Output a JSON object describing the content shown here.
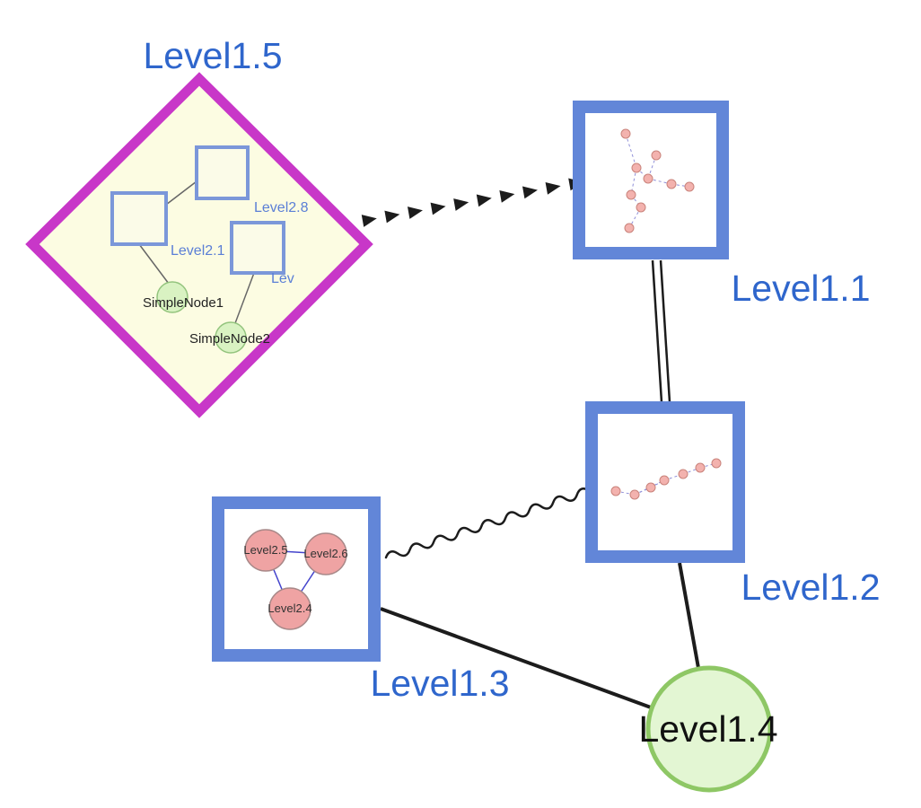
{
  "diagram": {
    "type": "nested-compound-graph",
    "background": "#ffffff"
  },
  "colors": {
    "label_blue": "#2f66cc",
    "frame_blue": "#6286d8",
    "inner_square_blue": "#7b97d9",
    "diamond_magenta": "#c837c8",
    "diamond_fill": "#fcfce2",
    "green_node_fill": "#d9f2c2",
    "green_node_border": "#93c47d",
    "level1_4_fill": "#e3f6d3",
    "level1_4_border": "#8ec765",
    "pink_node_fill": "#efa3a3",
    "mini_node_fill": "#f3b2ae",
    "mini_edge_blue": "#9090d8",
    "edge_black": "#1c1c1c"
  },
  "nodes": {
    "level1_5": {
      "label": "Level1.5",
      "shape": "diamond"
    },
    "level1_1": {
      "label": "Level1.1",
      "shape": "square",
      "content": "mini node-link graph, 9 small pink nodes, dashed blue edges"
    },
    "level1_2": {
      "label": "Level1.2",
      "shape": "square",
      "content": "mini node-link graph, 7 small pink nodes, dashed blue edges"
    },
    "level1_3": {
      "label": "Level1.3",
      "shape": "square"
    },
    "level1_4": {
      "label": "Level1.4",
      "shape": "circle"
    },
    "level2_8": {
      "label": "Level2.8",
      "shape": "square",
      "parent": "Level1.5"
    },
    "level2_1": {
      "label": "Level2.1",
      "shape": "square",
      "parent": "Level1.5"
    },
    "level2_lev": {
      "label": "Lev",
      "shape": "square",
      "parent": "Level1.5"
    },
    "simplenode1": {
      "label": "SimpleNode1",
      "shape": "circle",
      "parent": "Level1.5"
    },
    "simplenode2": {
      "label": "SimpleNode2",
      "shape": "circle",
      "parent": "Level1.5"
    },
    "level2_5": {
      "label": "Level2.5",
      "shape": "circle",
      "parent": "Level1.3"
    },
    "level2_6": {
      "label": "Level2.6",
      "shape": "circle",
      "parent": "Level1.3"
    },
    "level2_4": {
      "label": "Level2.4",
      "shape": "circle",
      "parent": "Level1.3"
    }
  },
  "edges": [
    {
      "from": "Level1.5",
      "to": "Level1.1",
      "style": "bold-dashed-arrowheads"
    },
    {
      "from": "Level1.1",
      "to": "Level1.2",
      "style": "double-parallel-line"
    },
    {
      "from": "Level1.3",
      "to": "Level1.2",
      "style": "wavy"
    },
    {
      "from": "Level1.3",
      "to": "Level1.4",
      "style": "solid-thick"
    },
    {
      "from": "Level1.2",
      "to": "Level1.4",
      "style": "solid-thick"
    },
    {
      "from": "Level2.1",
      "to": "Level2.8",
      "style": "thin"
    },
    {
      "from": "Level2.1",
      "to": "SimpleNode1",
      "style": "thin"
    },
    {
      "from": "Lev",
      "to": "SimpleNode2",
      "style": "thin"
    },
    {
      "from": "Level2.5",
      "to": "Level2.6",
      "style": "thin-blue"
    },
    {
      "from": "Level2.5",
      "to": "Level2.4",
      "style": "thin-blue"
    },
    {
      "from": "Level2.6",
      "to": "Level2.4",
      "style": "thin-blue"
    }
  ]
}
